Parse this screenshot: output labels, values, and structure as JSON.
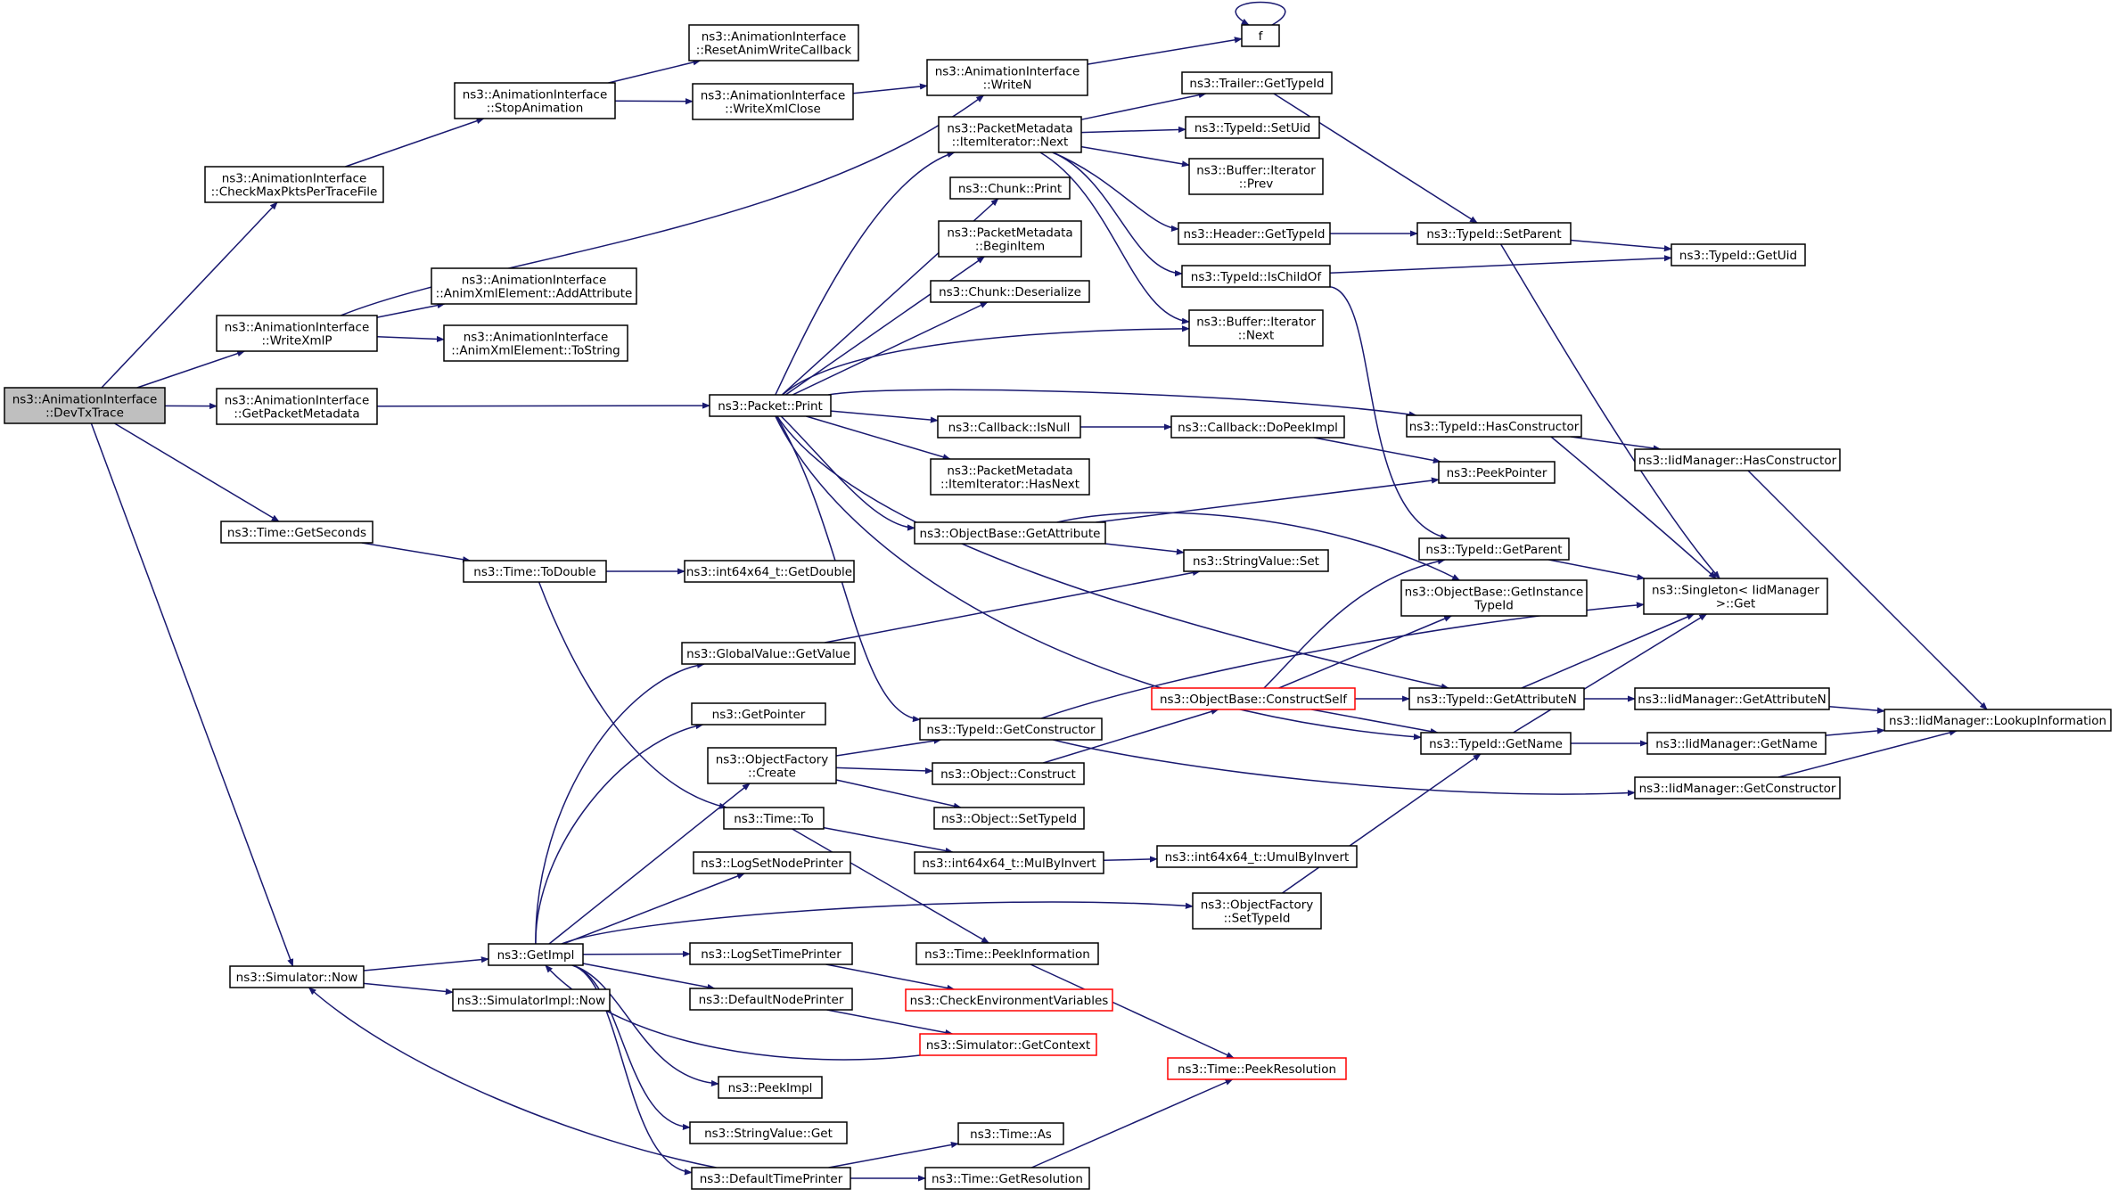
{
  "nodes": {
    "n_root": [
      "ns3::AnimationInterface",
      "::DevTxTrace"
    ],
    "n_check": [
      "ns3::AnimationInterface",
      "::CheckMaxPktsPerTraceFile"
    ],
    "n_writexmlp": [
      "ns3::AnimationInterface",
      "::WriteXmlP"
    ],
    "n_getpm": [
      "ns3::AnimationInterface",
      "::GetPacketMetadata"
    ],
    "n_getseconds": [
      "ns3::Time::GetSeconds"
    ],
    "n_simnow": [
      "ns3::Simulator::Now"
    ],
    "n_stopanim": [
      "ns3::AnimationInterface",
      "::StopAnimation"
    ],
    "n_resetanim": [
      "ns3::AnimationInterface",
      "::ResetAnimWriteCallback"
    ],
    "n_writexmlclose": [
      "ns3::AnimationInterface",
      "::WriteXmlClose"
    ],
    "n_writen": [
      "ns3::AnimationInterface",
      "::WriteN"
    ],
    "n_f": [
      "f"
    ],
    "n_addattr": [
      "ns3::AnimationInterface",
      "::AnimXmlElement::AddAttribute"
    ],
    "n_tostring": [
      "ns3::AnimationInterface",
      "::AnimXmlElement::ToString"
    ],
    "n_todouble": [
      "ns3::Time::ToDouble"
    ],
    "n_getdouble": [
      "ns3::int64x64_t::GetDouble"
    ],
    "n_packetprint": [
      "ns3::Packet::Print"
    ],
    "n_itemnext": [
      "ns3::PacketMetadata",
      "::ItemIterator::Next"
    ],
    "n_chunkprint": [
      "ns3::Chunk::Print"
    ],
    "n_beginitem": [
      "ns3::PacketMetadata",
      "::BeginItem"
    ],
    "n_chunkdeser": [
      "ns3::Chunk::Deserialize"
    ],
    "n_cbisnull": [
      "ns3::Callback::IsNull"
    ],
    "n_hasnext": [
      "ns3::PacketMetadata",
      "::ItemIterator::HasNext"
    ],
    "n_getattribute": [
      "ns3::ObjectBase::GetAttribute"
    ],
    "n_trailer": [
      "ns3::Trailer::GetTypeId"
    ],
    "n_setuid": [
      "ns3::TypeId::SetUid"
    ],
    "n_bufprev": [
      "ns3::Buffer::Iterator",
      "::Prev"
    ],
    "n_header": [
      "ns3::Header::GetTypeId"
    ],
    "n_ischildof": [
      "ns3::TypeId::IsChildOf"
    ],
    "n_bufnext": [
      "ns3::Buffer::Iterator",
      "::Next"
    ],
    "n_setparent": [
      "ns3::TypeId::SetParent"
    ],
    "n_getuid": [
      "ns3::TypeId::GetUid"
    ],
    "n_hasconstructor": [
      "ns3::TypeId::HasConstructor"
    ],
    "n_iidhascons": [
      "ns3::IidManager::HasConstructor"
    ],
    "n_dopeek": [
      "ns3::Callback::DoPeekImpl"
    ],
    "n_peekptr": [
      "ns3::PeekPointer"
    ],
    "n_stringset": [
      "ns3::StringValue::Set"
    ],
    "n_getparent": [
      "ns3::TypeId::GetParent"
    ],
    "n_getinst": [
      "ns3::ObjectBase::GetInstance",
      "TypeId"
    ],
    "n_singleton": [
      "ns3::Singleton< IidManager",
      ">::Get"
    ],
    "n_globalget": [
      "ns3::GlobalValue::GetValue"
    ],
    "n_getpointer": [
      "ns3::GetPointer"
    ],
    "n_objfactcreate": [
      "ns3::ObjectFactory",
      "::Create"
    ],
    "n_timeto": [
      "ns3::Time::To"
    ],
    "n_logsetnode": [
      "ns3::LogSetNodePrinter"
    ],
    "n_getimpl": [
      "ns3::GetImpl"
    ],
    "n_simimplnow": [
      "ns3::SimulatorImpl::Now"
    ],
    "n_getcons": [
      "ns3::TypeId::GetConstructor"
    ],
    "n_objconstruct": [
      "ns3::Object::Construct"
    ],
    "n_objsettype": [
      "ns3::Object::SetTypeId"
    ],
    "n_constructself": [
      "ns3::ObjectBase::ConstructSelf"
    ],
    "n_getattrn": [
      "ns3::TypeId::GetAttributeN"
    ],
    "n_iidgetattrn": [
      "ns3::IidManager::GetAttributeN"
    ],
    "n_lookup": [
      "ns3::IidManager::LookupInformation"
    ],
    "n_getname": [
      "ns3::TypeId::GetName"
    ],
    "n_iidgetname": [
      "ns3::IidManager::GetName"
    ],
    "n_iidgetcons": [
      "ns3::IidManager::GetConstructor"
    ],
    "n_mulbyinvert": [
      "ns3::int64x64_t::MulByInvert"
    ],
    "n_umulbyinvert": [
      "ns3::int64x64_t::UmulByInvert"
    ],
    "n_objfactsettype": [
      "ns3::ObjectFactory",
      "::SetTypeId"
    ],
    "n_peekinfo": [
      "ns3::Time::PeekInformation"
    ],
    "n_logsettime": [
      "ns3::LogSetTimePrinter"
    ],
    "n_checkenv": [
      "ns3::CheckEnvironmentVariables"
    ],
    "n_defnodeprinter": [
      "ns3::DefaultNodePrinter"
    ],
    "n_simgetctx": [
      "ns3::Simulator::GetContext"
    ],
    "n_peekres": [
      "ns3::Time::PeekResolution"
    ],
    "n_peekimpl": [
      "ns3::PeekImpl"
    ],
    "n_stringget": [
      "ns3::StringValue::Get"
    ],
    "n_timeas": [
      "ns3::Time::As"
    ],
    "n_deftimeprinter": [
      "ns3::DefaultTimePrinter"
    ],
    "n_getres": [
      "ns3::Time::GetResolution"
    ]
  },
  "colors": {
    "edge": "#191970",
    "root_fill": "#bfbfbf",
    "truncated_border": "#ff0000",
    "node_border": "#000000",
    "node_fill": "#ffffff"
  }
}
